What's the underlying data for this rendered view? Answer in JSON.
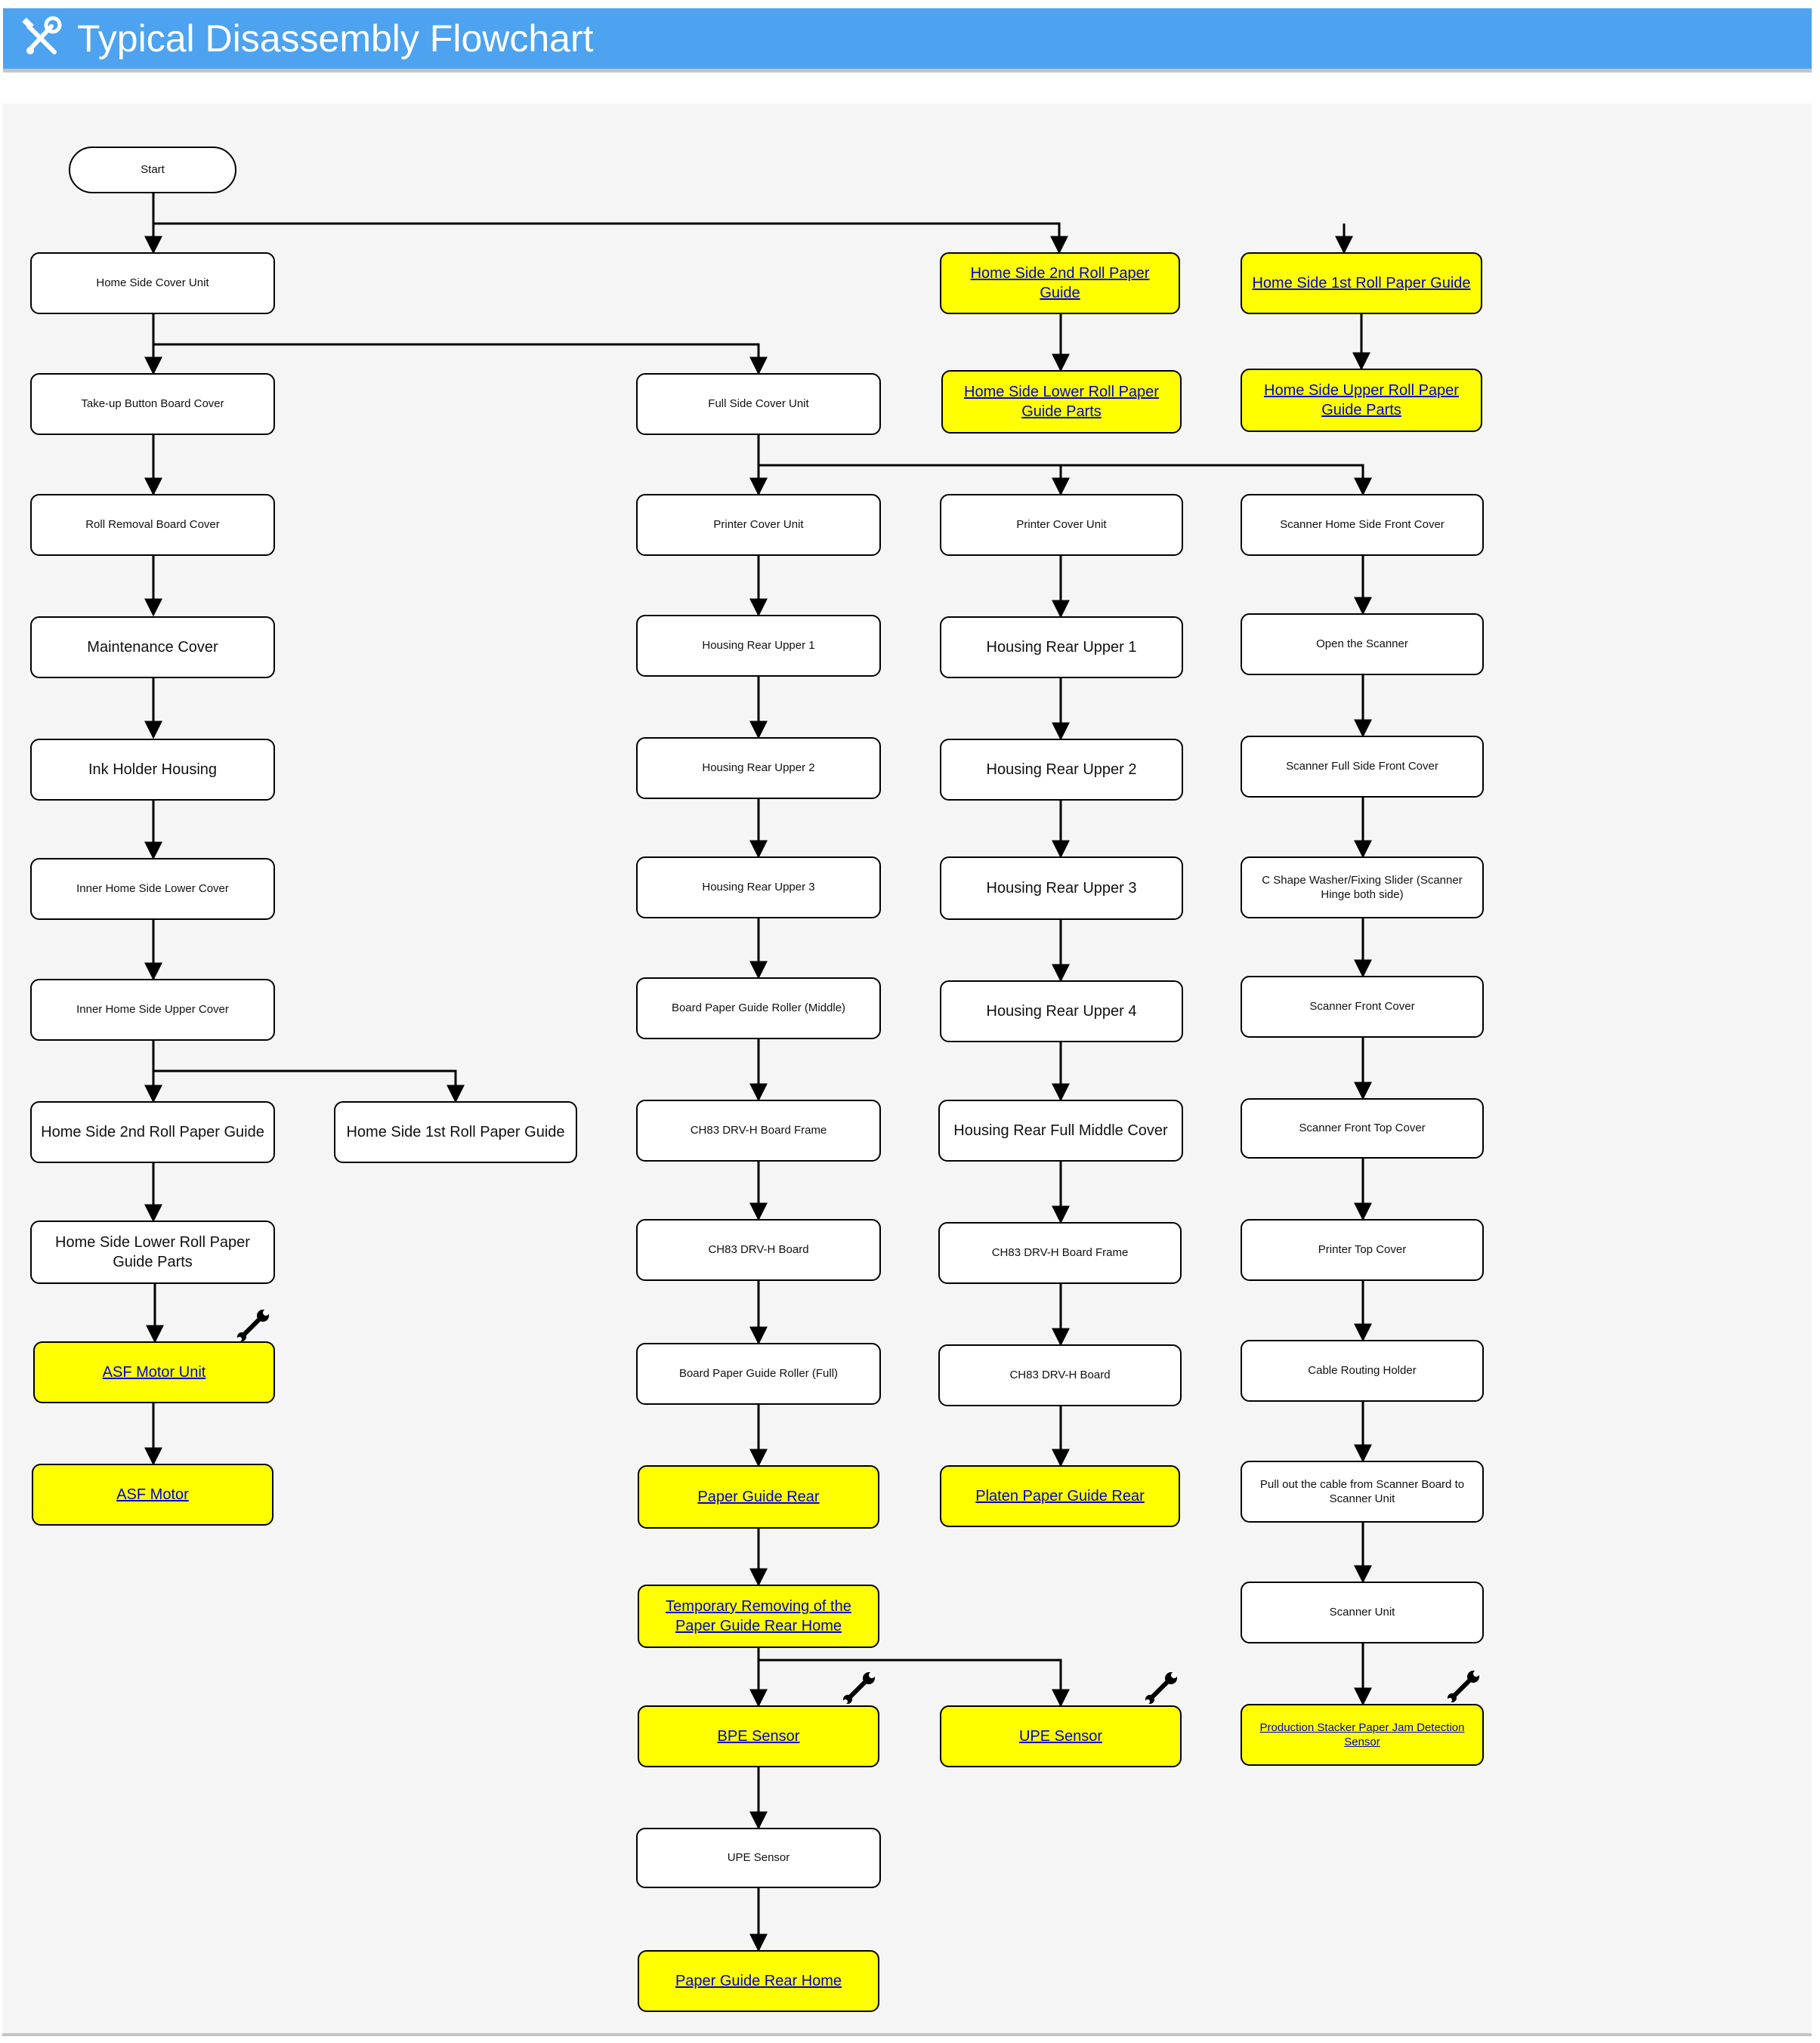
{
  "header": {
    "title": "Typical Disassembly Flowchart",
    "icon": "tools-icon"
  },
  "colors": {
    "header_bg": "#4da3ef",
    "highlight": "#ffff00",
    "link": "#0000cc"
  },
  "nodes": {
    "start": "Start",
    "c1_1": "Home Side Cover Unit",
    "c1_2": "Take-up Button Board Cover",
    "c1_3": "Roll Removal Board Cover",
    "c1_4": "Maintenance Cover",
    "c1_5": "Ink Holder Housing",
    "c1_6": "Inner Home Side Lower Cover",
    "c1_7": "Inner Home Side Upper Cover",
    "c1_8": "Home Side 2nd Roll Paper Guide",
    "c1_8b": "Home Side 1st Roll Paper Guide",
    "c1_9": "Home Side Lower Roll Paper Guide Parts",
    "c1_10": "ASF Motor Unit",
    "c1_11": "ASF Motor",
    "c2_1": "Full Side Cover Unit",
    "c2_2": "Printer Cover Unit",
    "c2_3": "Housing Rear Upper 1",
    "c2_4": "Housing Rear Upper 2",
    "c2_5": "Housing Rear Upper 3",
    "c2_6": "Board Paper Guide Roller (Middle)",
    "c2_7": "CH83 DRV-H Board Frame",
    "c2_8": "CH83 DRV-H Board",
    "c2_9": "Board Paper Guide Roller (Full)",
    "c2_10": "Paper Guide Rear",
    "c2_11": "Temporary Removing of the Paper Guide Rear Home",
    "c2_12": "BPE Sensor",
    "c2_12b": "UPE Sensor",
    "c2_13": "UPE Sensor",
    "c2_14": "Paper Guide Rear Home",
    "c3_top1": "Home Side 2nd Roll Paper Guide",
    "c3_top2": "Home Side Lower Roll Paper Guide Parts",
    "c3_1": "Printer Cover Unit",
    "c3_2": "Housing Rear Upper 1",
    "c3_3": "Housing Rear Upper 2",
    "c3_4": "Housing Rear Upper 3",
    "c3_5": "Housing Rear Upper 4",
    "c3_6": "Housing Rear Full Middle Cover",
    "c3_7": "CH83 DRV-H Board Frame",
    "c3_8": "CH83 DRV-H Board",
    "c3_9": "Platen Paper Guide Rear",
    "c4_top1": "Home Side 1st Roll Paper Guide",
    "c4_top2": "Home Side Upper Roll Paper Guide Parts",
    "c4_1": "Scanner Home Side Front Cover",
    "c4_2": "Open the Scanner",
    "c4_3": "Scanner Full Side Front Cover",
    "c4_4": "C Shape Washer/Fixing Slider (Scanner Hinge both side)",
    "c4_5": "Scanner Front Cover",
    "c4_6": "Scanner Front Top Cover",
    "c4_7": "Printer Top Cover",
    "c4_8": "Cable Routing Holder",
    "c4_9": "Pull out the cable from Scanner Board to Scanner Unit",
    "c4_10": "Scanner Unit",
    "c4_11": "Production Stacker Paper Jam Detection Sensor"
  }
}
